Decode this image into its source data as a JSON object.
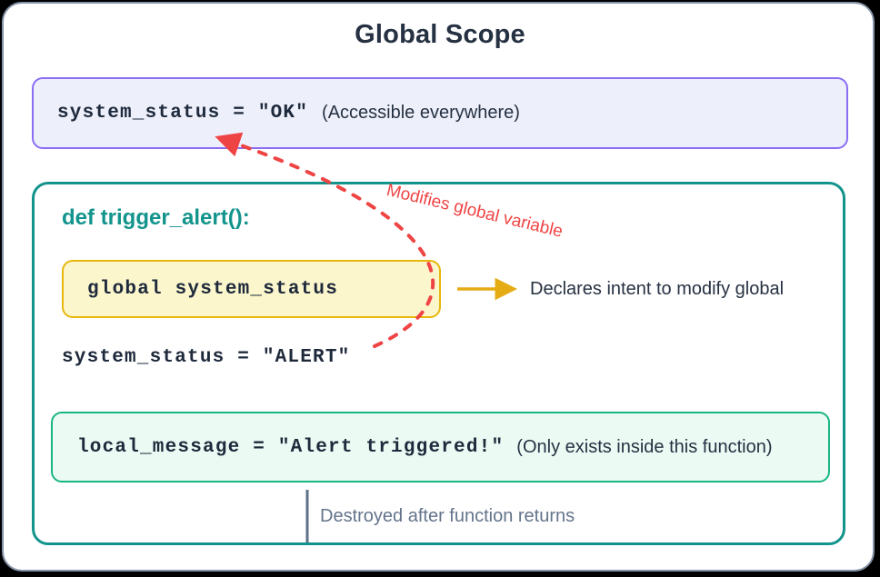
{
  "title": "Global Scope",
  "global_box": {
    "code": "system_status = \"OK\"",
    "note": "(Accessible everywhere)"
  },
  "function_scope": {
    "def_line": "def trigger_alert():",
    "global_decl": {
      "code": "global system_status"
    },
    "declare_note": "Declares intent to modify global",
    "assign_code": "system_status = \"ALERT\"",
    "modifies_note": "Modifies global variable",
    "local_box": {
      "code": "local_message = \"Alert triggered!\"",
      "note": "(Only exists inside this function)"
    },
    "destroyed_note": "Destroyed after function returns"
  },
  "colors": {
    "ink": "#263142",
    "purple_border": "#8b6cf4",
    "purple_bg": "#edf0fb",
    "teal": "#12948c",
    "yellow_border": "#e7b70c",
    "yellow_bg": "#fcf6cd",
    "green_border": "#17b583",
    "green_bg": "#ebfbf4",
    "red": "#ef4444",
    "amber_arrow": "#e5ac15",
    "slate": "#64748b"
  }
}
